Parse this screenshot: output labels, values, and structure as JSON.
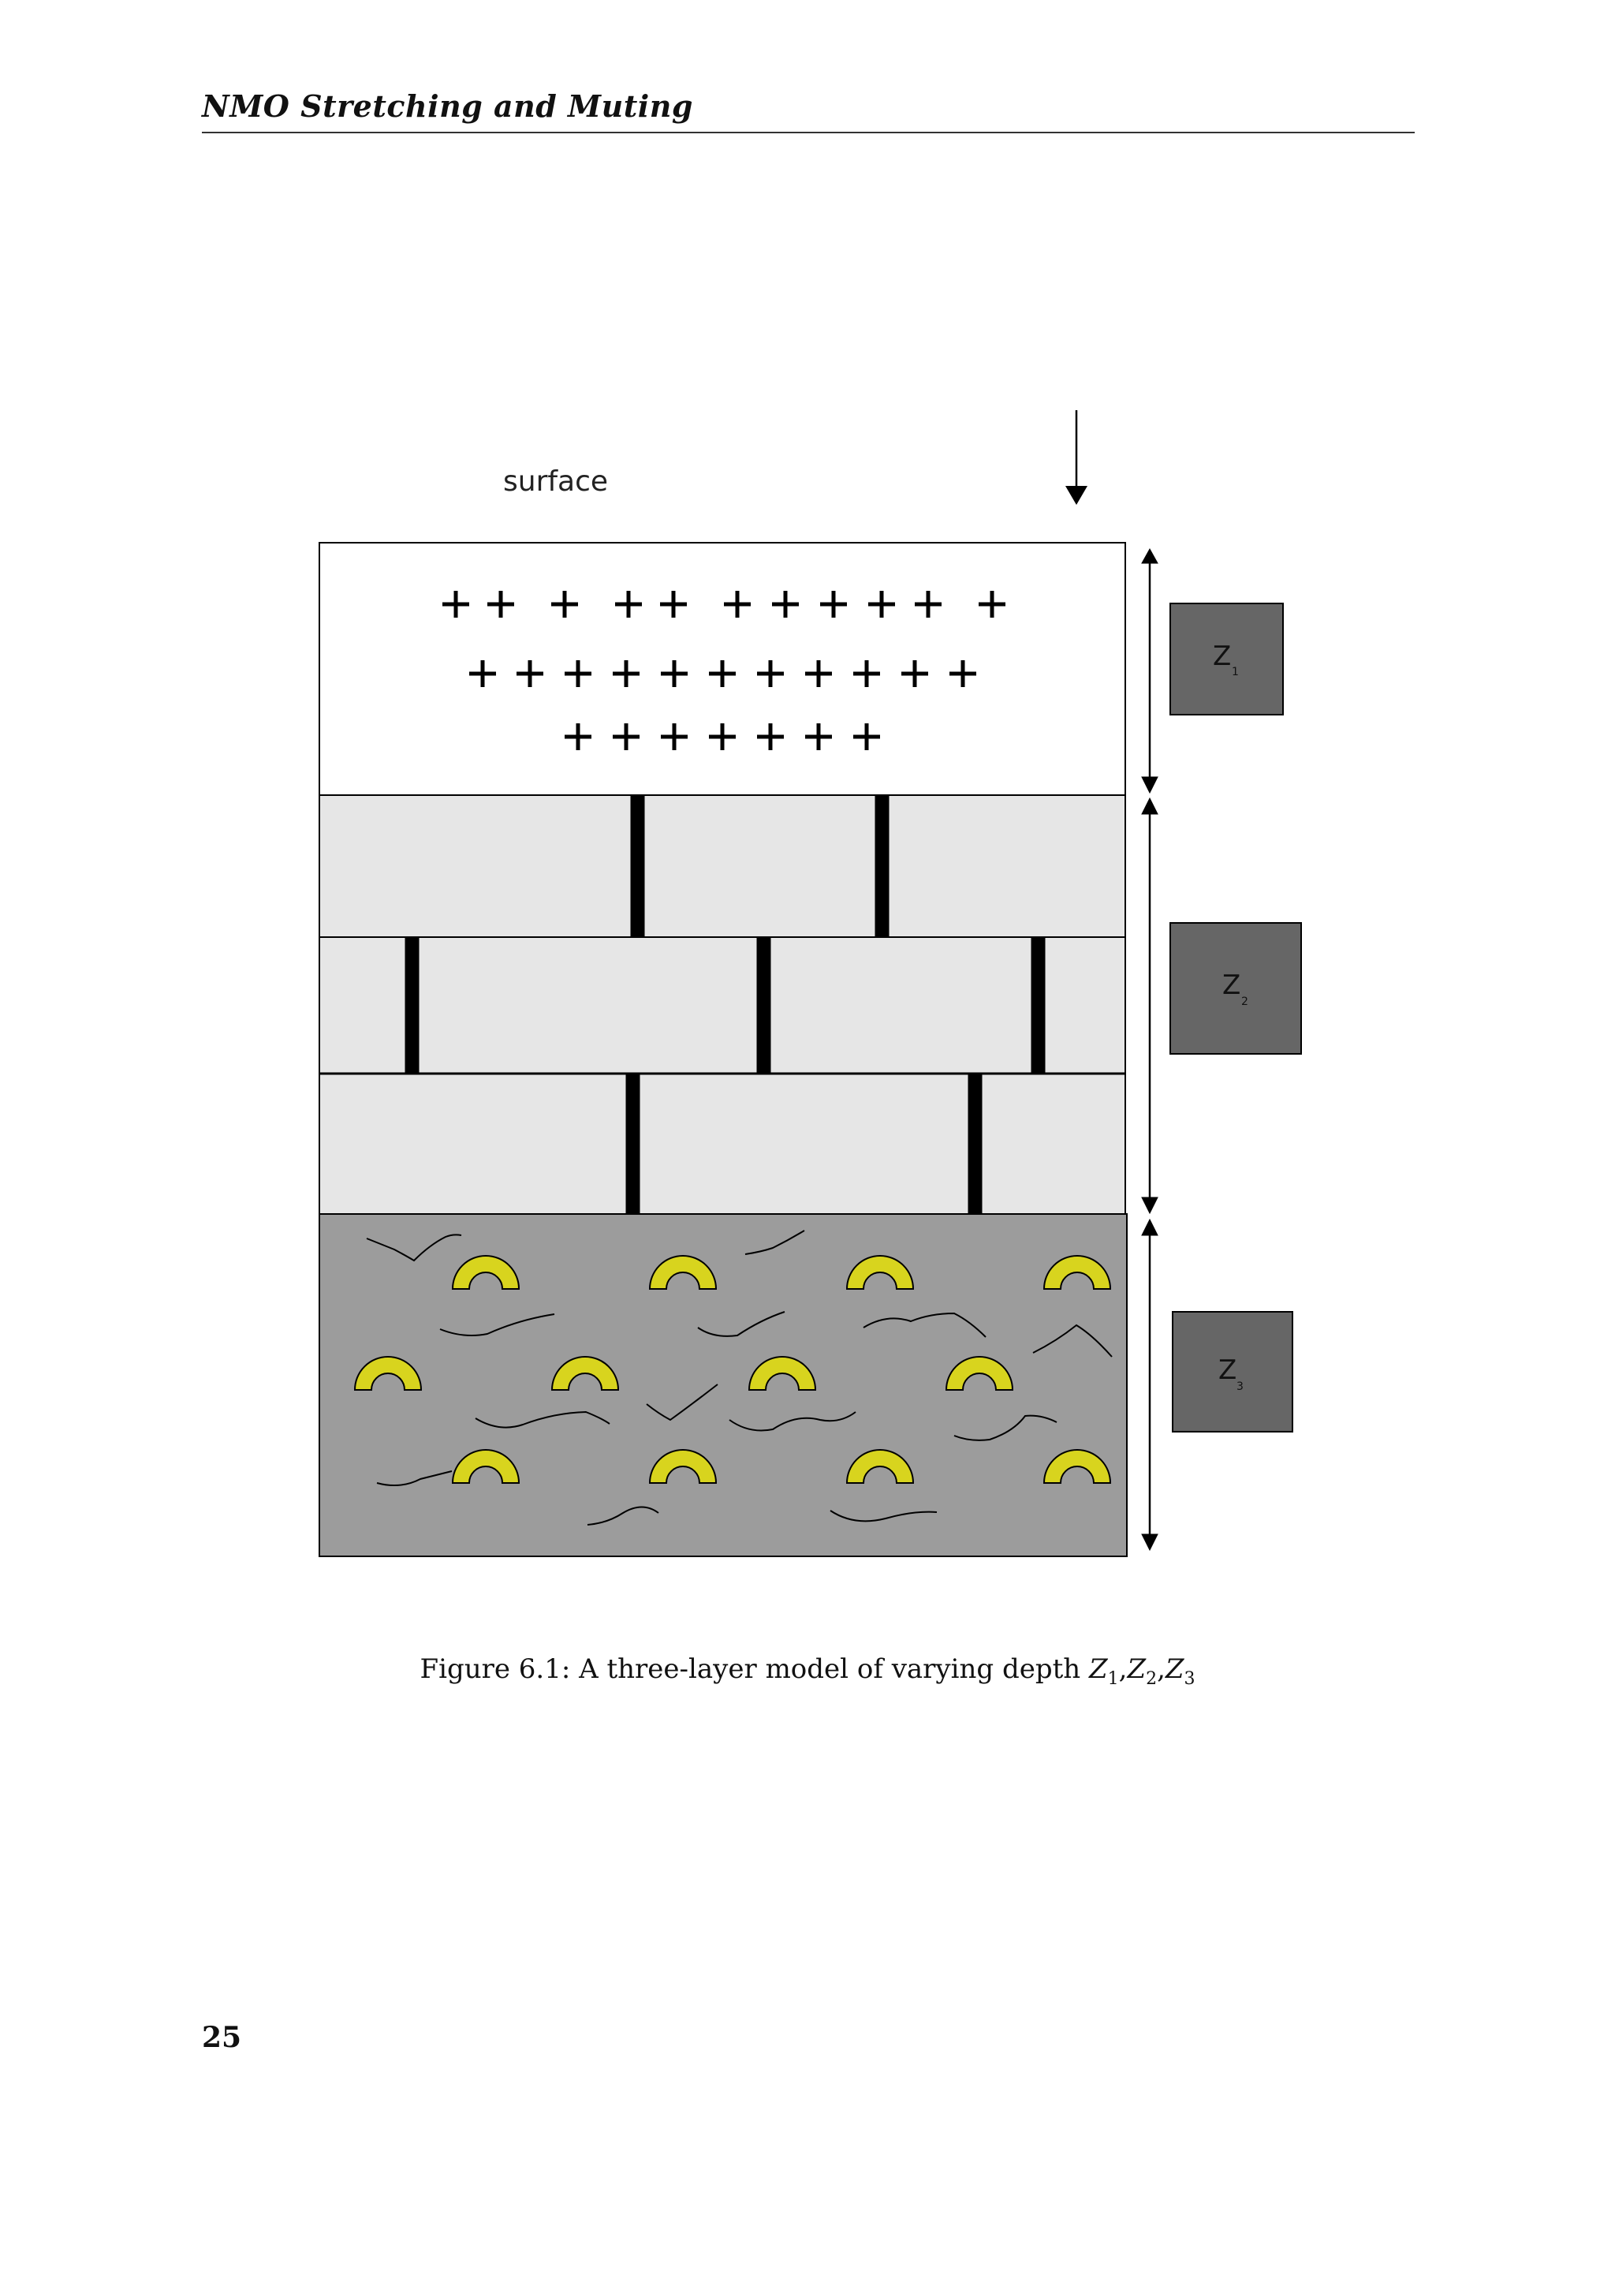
{
  "header": {
    "running_title": "NMO Stretching and Muting"
  },
  "figure": {
    "surface_label": "surface",
    "depth_labels": [
      "Z",
      "Z",
      "Z"
    ],
    "depth_subscripts": [
      "1",
      "2",
      "3"
    ],
    "colors": {
      "layer1": "#ffffff",
      "layer2": "#e6e6e6",
      "layer3": "#9c9c9c",
      "arc_fill": "#d8d41e",
      "label_box": "#666666"
    }
  },
  "caption": {
    "prefix": "Figure 6.1: A three-layer model of varying depth ",
    "z_letter": "Z",
    "subs": [
      "1",
      "2",
      "3"
    ],
    "sep": ","
  },
  "page_number": "25"
}
